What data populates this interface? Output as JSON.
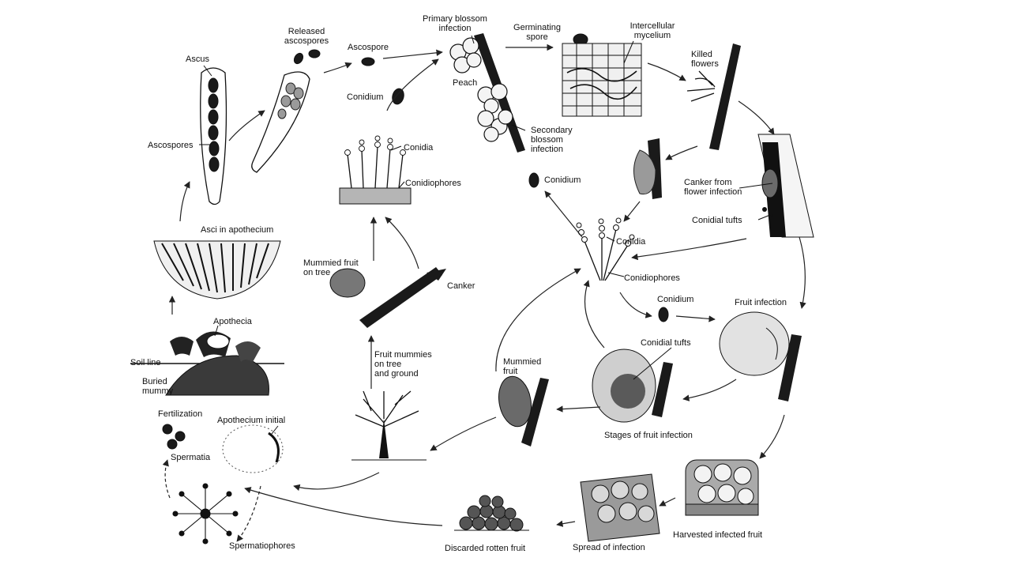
{
  "labels": {
    "ascus": "Ascus",
    "released_ascospores": "Released\nascospores",
    "ascospore": "Ascospore",
    "primary_blossom_infection": "Primary blossom\ninfection",
    "germinating_spore": "Germinating\nspore",
    "intercellular_mycelium": "Intercellular\nmycelium",
    "killed_flowers": "Killed\nflowers",
    "peach": "Peach",
    "conidium_top": "Conidium",
    "secondary_blossom_infection": "Secondary\nblossom\ninfection",
    "ascospores": "Ascospores",
    "conidia_left": "Conidia",
    "conidiophores_left": "Conidiophores",
    "conidium_mid": "Conidium",
    "canker_from_flower_infection": "Canker from\nflower infection",
    "conidial_tufts_right": "Conidial tufts",
    "conidia_center": "Conidia",
    "conidiophores_center": "Conidiophores",
    "asci_in_apothecium": "Asci in apothecium",
    "mummied_fruit_on_tree": "Mummied fruit\non tree",
    "canker": "Canker",
    "conidium_lower": "Conidium",
    "fruit_infection": "Fruit infection",
    "apothecia": "Apothecia",
    "soil_line": "Soil line",
    "buried_mummy": "Buried\nmummy",
    "fruit_mummies_on_tree_and_ground": "Fruit mummies\non tree\nand ground",
    "mummied_fruit": "Mummied\nfruit",
    "conidial_tufts_center": "Conidial tufts",
    "stages_of_fruit_infection": "Stages of fruit infection",
    "fertilization": "Fertilization",
    "apothecium_initial": "Apothecium initial",
    "spermatia": "Spermatia",
    "spermatiophores": "Spermatiophores",
    "discarded_rotten_fruit": "Discarded rotten fruit",
    "spread_of_infection": "Spread of infection",
    "harvested_infected_fruit": "Harvested infected fruit"
  },
  "colors": {
    "ink": "#111111",
    "paper": "#ffffff",
    "shade": "#9a9a9a"
  }
}
